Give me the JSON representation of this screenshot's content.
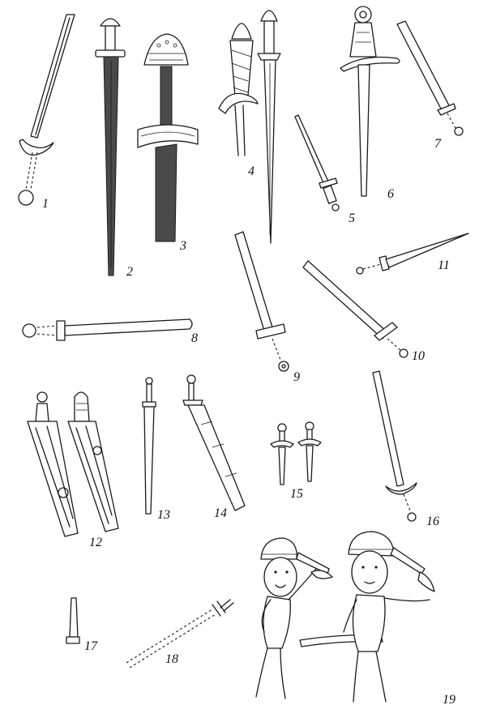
{
  "plate": {
    "figures": [
      {
        "id": "fig1",
        "label": "1"
      },
      {
        "id": "fig2",
        "label": "2"
      },
      {
        "id": "fig3",
        "label": "3"
      },
      {
        "id": "fig4",
        "label": "4"
      },
      {
        "id": "fig5",
        "label": "5"
      },
      {
        "id": "fig6",
        "label": "6"
      },
      {
        "id": "fig7",
        "label": "7"
      },
      {
        "id": "fig8",
        "label": "8"
      },
      {
        "id": "fig9",
        "label": "9"
      },
      {
        "id": "fig10",
        "label": "10"
      },
      {
        "id": "fig11",
        "label": "11"
      },
      {
        "id": "fig12",
        "label": "12"
      },
      {
        "id": "fig13",
        "label": "13"
      },
      {
        "id": "fig14",
        "label": "14"
      },
      {
        "id": "fig15",
        "label": "15"
      },
      {
        "id": "fig16",
        "label": "16"
      },
      {
        "id": "fig17",
        "label": "17"
      },
      {
        "id": "fig18",
        "label": "18"
      },
      {
        "id": "fig19",
        "label": "19"
      }
    ]
  }
}
